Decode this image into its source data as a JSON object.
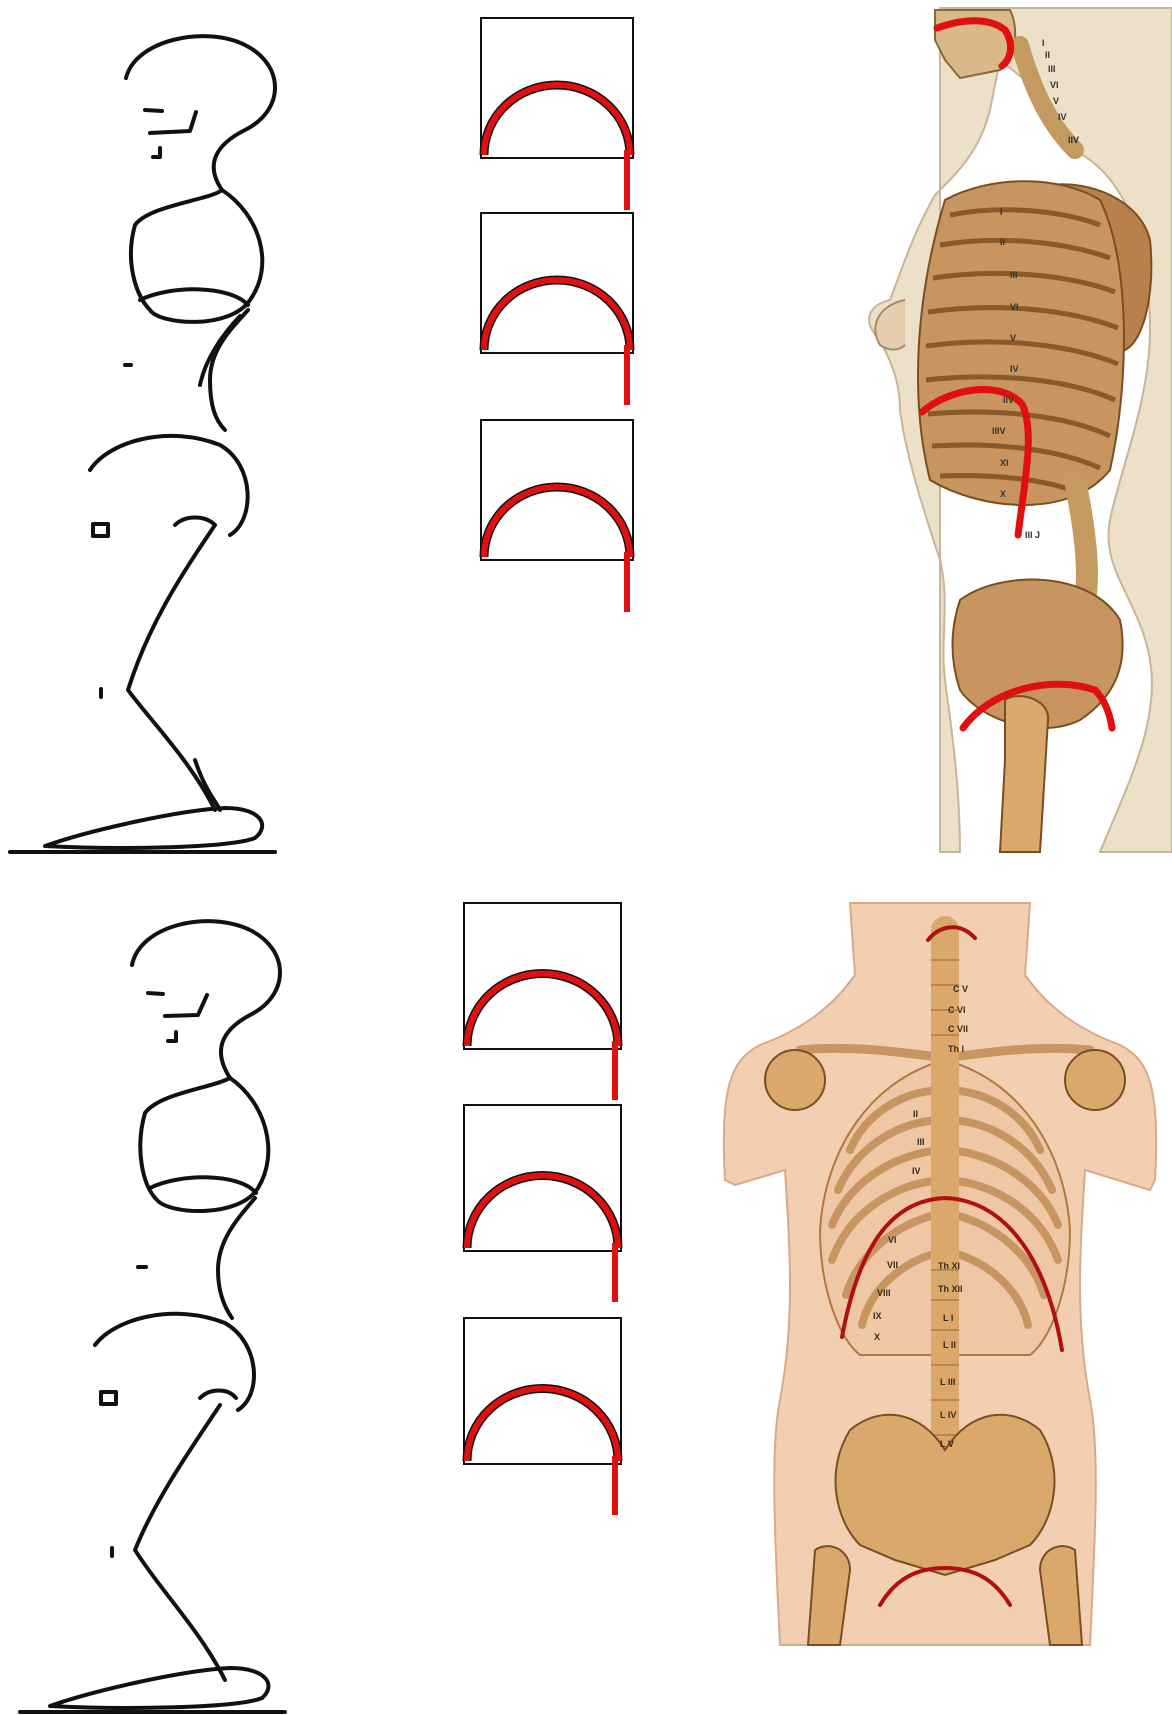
{
  "colors": {
    "ink": "#111111",
    "arch_red": "#e01010",
    "arch_outline": "#111111",
    "skin": "#f3cfb2",
    "skin_side": "#e9dcc4",
    "bone": "#d9a86a",
    "bone_dark": "#b07a40",
    "dark_red": "#b01010"
  },
  "side_view": {
    "cervical_labels": [
      "I",
      "II",
      "III",
      "VI",
      "V",
      "IV",
      "IIV"
    ],
    "rib_labels": [
      "I",
      "II",
      "III",
      "VI",
      "V",
      "IV",
      "IIV",
      "IIIV",
      "XI",
      "X"
    ],
    "lumbar_label": "III J"
  },
  "front_view": {
    "spine_labels": [
      "C V",
      "C VI",
      "C VII",
      "Th I",
      "Th XI",
      "Th XII",
      "L I",
      "L II",
      "L III",
      "L IV",
      "L V"
    ],
    "rib_labels": [
      "II",
      "III",
      "IV",
      "VI",
      "VII",
      "VIII",
      "IX",
      "X"
    ]
  }
}
